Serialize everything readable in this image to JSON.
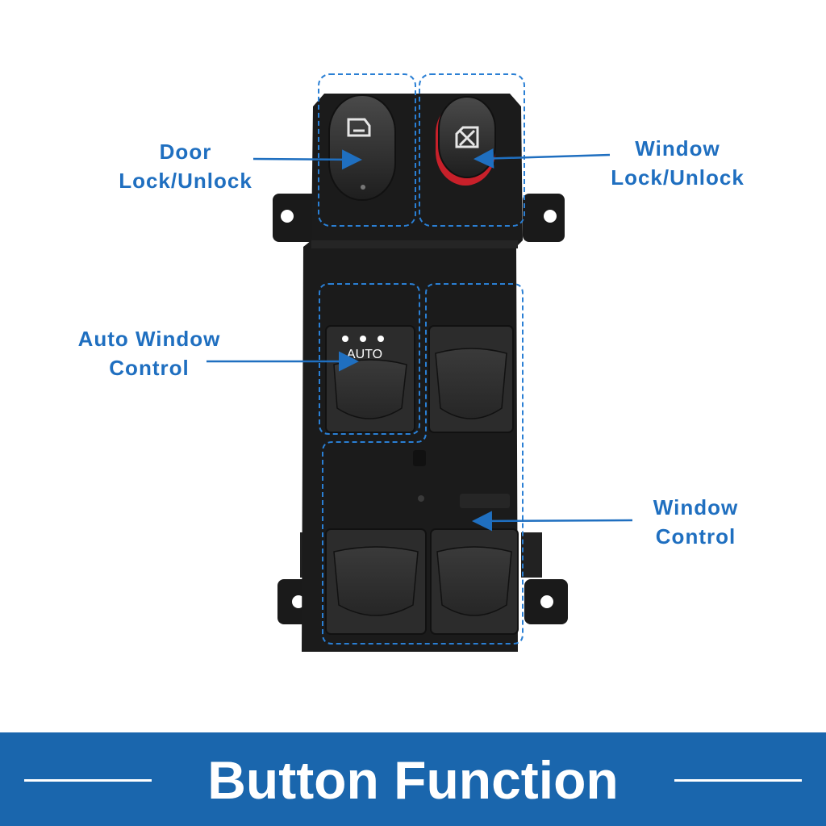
{
  "labels": {
    "door": [
      "Door",
      "Lock/Unlock"
    ],
    "window_lock": [
      "Window",
      "Lock/Unlock"
    ],
    "auto_window": [
      "Auto Window",
      "Control"
    ],
    "window_control": [
      "Window",
      "Control"
    ]
  },
  "switch": {
    "auto_text": "AUTO"
  },
  "banner": {
    "title": "Button Function"
  },
  "colors": {
    "accent": "#1f6fc0",
    "banner": "#1a66ad",
    "panel": "#1b1b1b",
    "highlight_red": "#c8202a"
  },
  "icons": [
    "door-lock-icon",
    "window-lock-icon",
    "arrow-icon"
  ]
}
